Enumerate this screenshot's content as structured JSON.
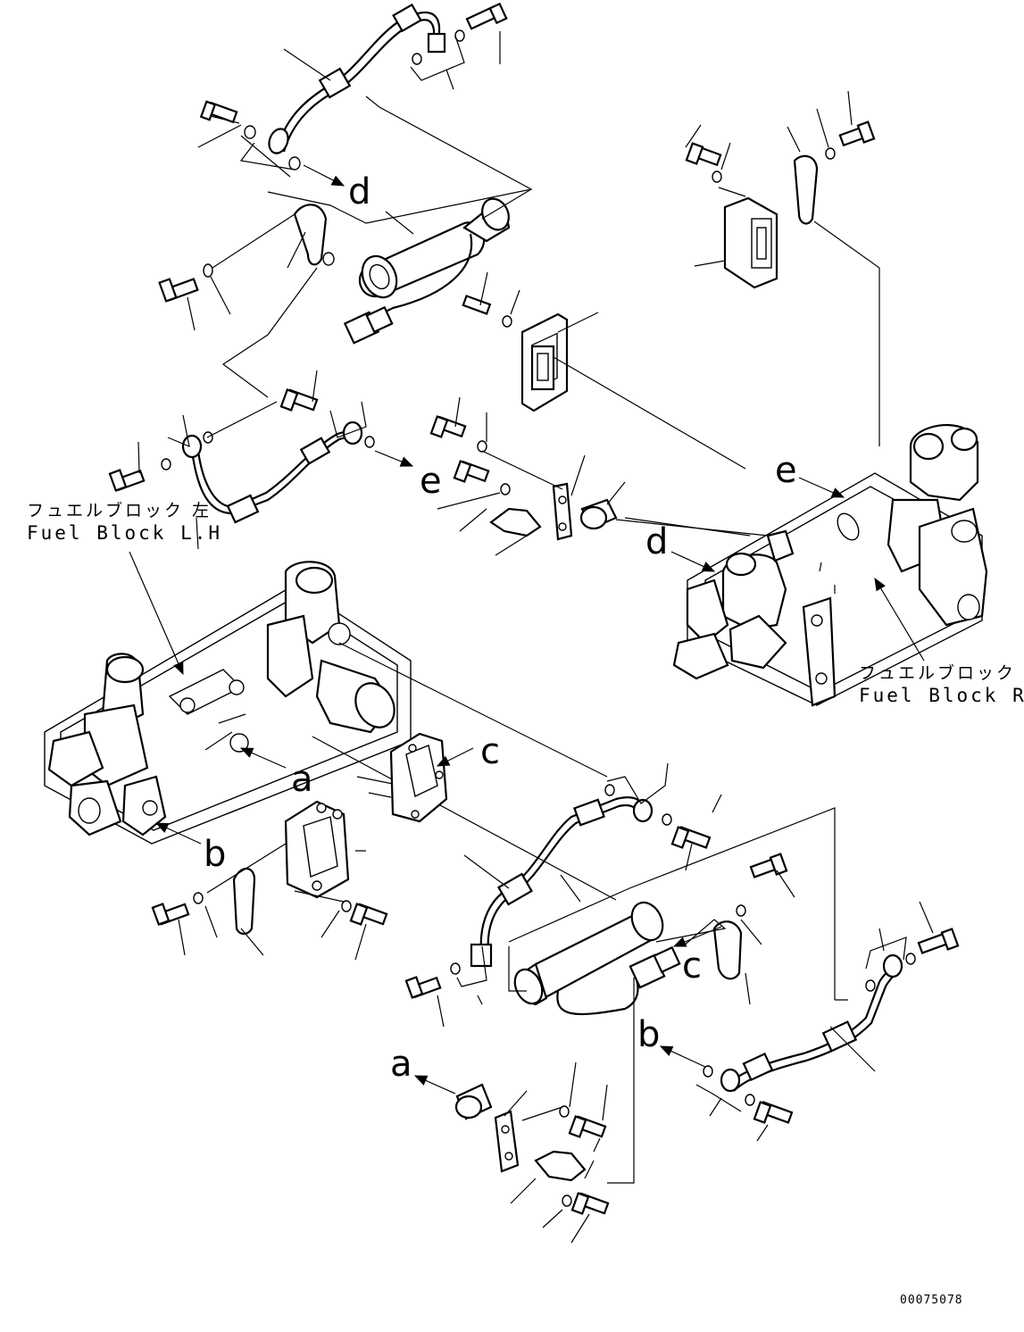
{
  "labels": {
    "fuel_block_lh_jp": "フュエルブロック 左",
    "fuel_block_lh_en": "Fuel Block L.H",
    "fuel_block_rh_jp": "フュエルブロック 右",
    "fuel_block_rh_en": "Fuel Block R.H",
    "doc_number": "00075078"
  },
  "callouts": {
    "a": "a",
    "b": "b",
    "c": "c",
    "d": "d",
    "e": "e"
  }
}
